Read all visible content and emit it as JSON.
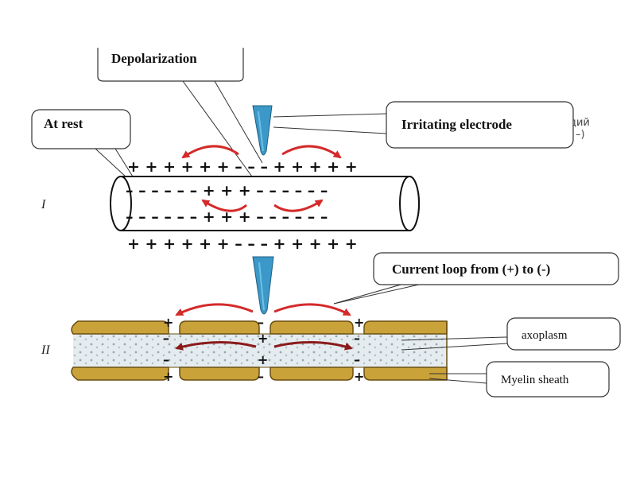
{
  "labels": {
    "depolarization": "Depolarization",
    "at_rest": "At rest",
    "irritating_electrode": "Irritating  electrode",
    "current_loop": "Current loop from (+) to (-)",
    "axoplasm": "axoplasm",
    "myelin_sheath": "Myelin sheath",
    "panel_one": "I",
    "panel_two": "II",
    "partial_text_top": "дий",
    "partial_text_bottom": "–)"
  },
  "signs": {
    "fiber1_outer_top": "+ + + + + + – – – + + + + +",
    "fiber1_inner_top": "– – – – – – + + + – – – – – –",
    "fiber1_inner_bottom": "– – – – – – + + + – – – – – –",
    "fiber1_outer_bottom": "+ + + + + + – – – + + + + +",
    "plus": "+",
    "minus": "–"
  },
  "colors": {
    "arrow": "#d42a2a",
    "arrow_dark": "#8b1a1a",
    "electrode": "#3c98c8",
    "myelin": "#c9a23a",
    "myelin_dark": "#8a6a1a",
    "axoplasm": "#e4ecef"
  }
}
